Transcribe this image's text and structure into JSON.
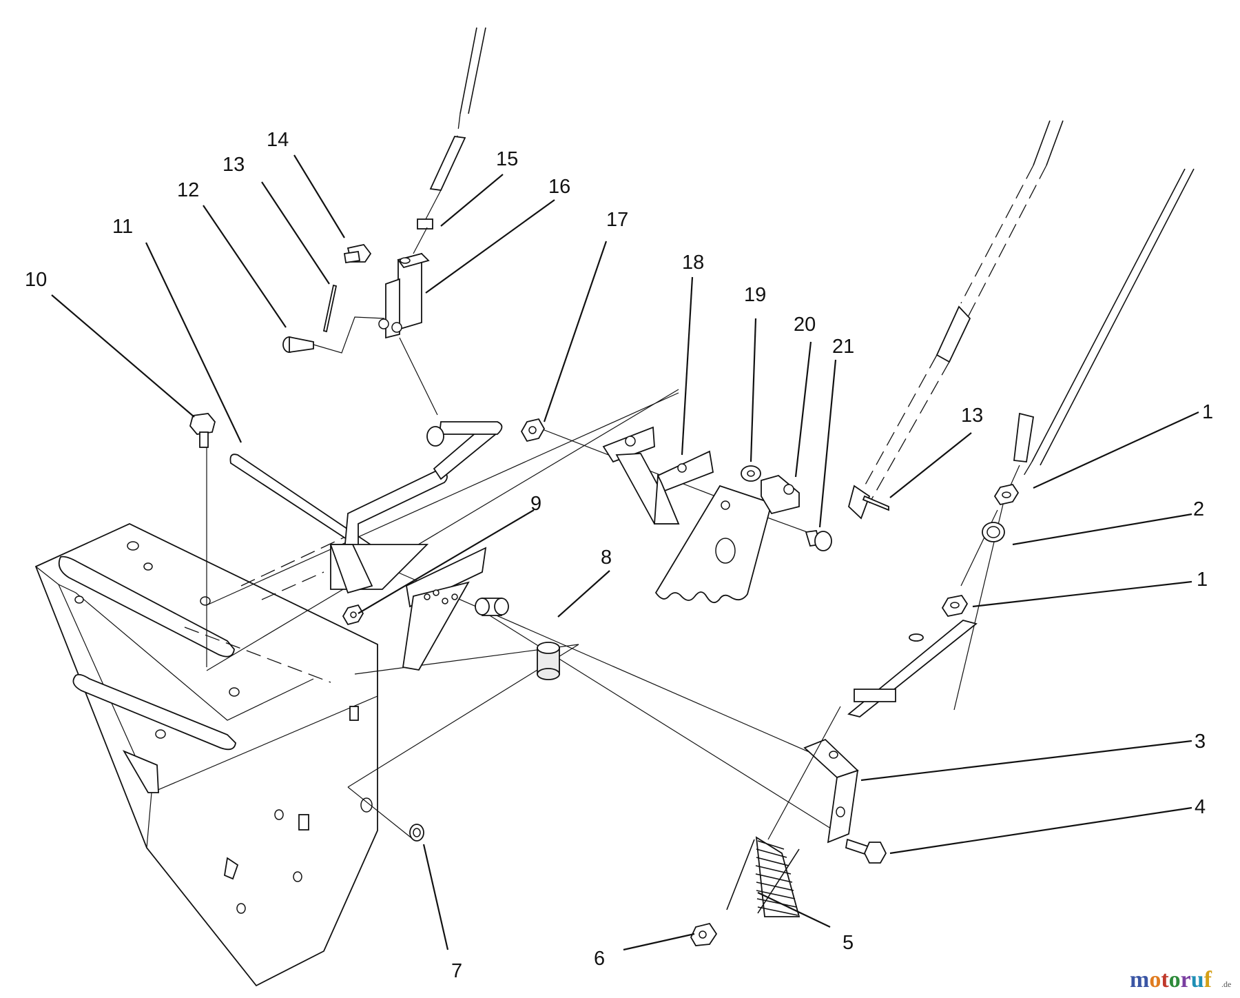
{
  "callouts": {
    "c1a": "1",
    "c2": "2",
    "c1b": "1",
    "c3": "3",
    "c4": "4",
    "c5": "5",
    "c6": "6",
    "c7": "7",
    "c8": "8",
    "c9": "9",
    "c10": "10",
    "c11": "11",
    "c12": "12",
    "c13a": "13",
    "c13b": "13",
    "c14": "14",
    "c15": "15",
    "c16": "16",
    "c17": "17",
    "c18": "18",
    "c19": "19",
    "c20": "20",
    "c21": "21"
  },
  "watermark": {
    "letters": [
      "m",
      "o",
      "t",
      "o",
      "r",
      "u",
      "f"
    ],
    "colors": [
      "#3a55a4",
      "#e07b1f",
      "#c0392b",
      "#2e8b3a",
      "#7a3ea0",
      "#1f8fb5",
      "#d4a017"
    ],
    "suffix": ".de"
  }
}
